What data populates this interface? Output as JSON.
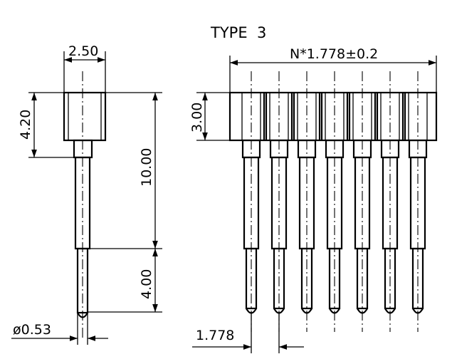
{
  "title": "TYPE  3",
  "pitch_dim": "N*1.778±0.2",
  "dims": {
    "width": "2.50",
    "head_height": "4.20",
    "total_length": "10.00",
    "tail_length": "4.00",
    "diameter": "ø0.53",
    "pitch": "1.778",
    "socket_height": "3.00"
  },
  "pin_count": 7
}
